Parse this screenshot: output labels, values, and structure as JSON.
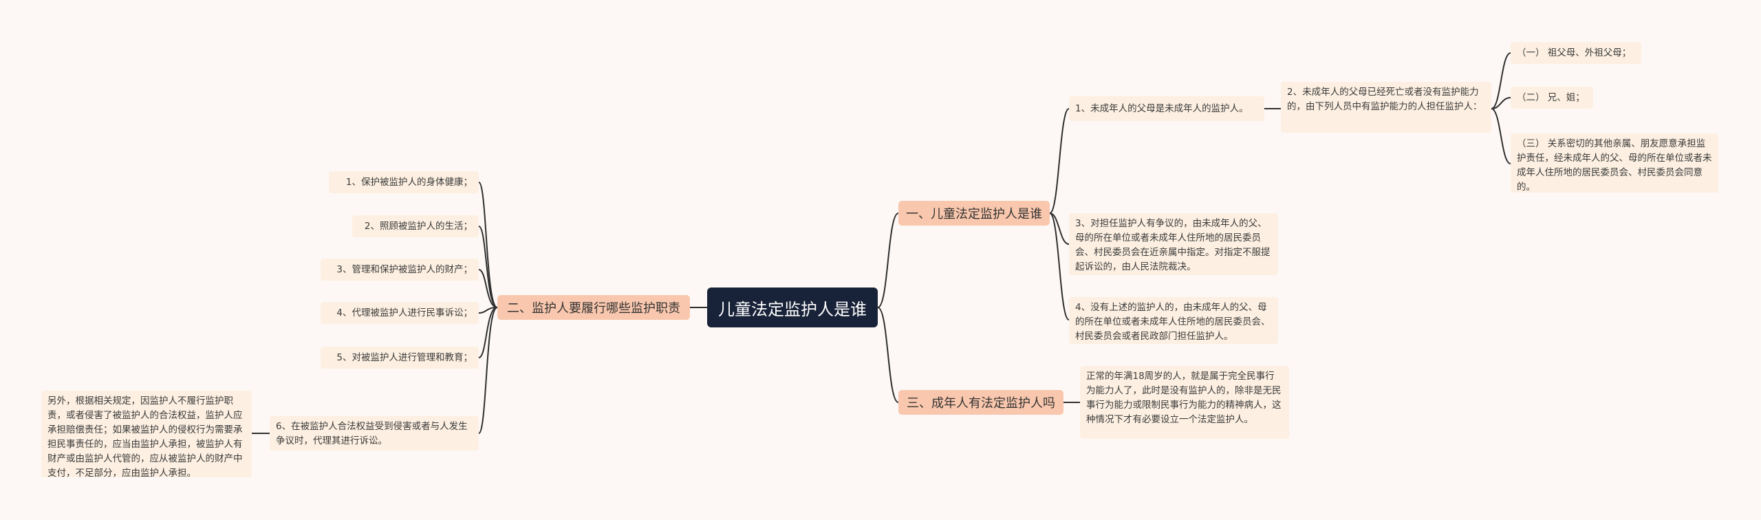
{
  "colors": {
    "background": "#fdf8f6",
    "root": "#182238",
    "branch": "#f9c7ad",
    "leaf": "#fdf0e2",
    "line": "#2e2e2e"
  },
  "root": {
    "text": "儿童法定监护人是谁"
  },
  "branch1": {
    "text": "一、儿童法定监护人是谁",
    "item1": {
      "text": "1、未成年人的父母是未成年人的监护人。",
      "child": {
        "text": "2、未成年人的父母已经死亡或者没有监护能力的，由下列人员中有监护能力的人担任监护人：",
        "opt1": "（一） 祖父母、外祖父母；",
        "opt2": "（二） 兄、姐；",
        "opt3": "（三） 关系密切的其他亲属、朋友愿意承担监护责任，经未成年人的父、母的所在单位或者未成年人住所地的居民委员会、村民委员会同意的。"
      }
    },
    "item3": "3、对担任监护人有争议的，由未成年人的父、母的所在单位或者未成年人住所地的居民委员会、村民委员会在近亲属中指定。对指定不服提起诉讼的，由人民法院裁决。",
    "item4": "4、没有上述的监护人的，由未成年人的父、母的所在单位或者未成年人住所地的居民委员会、村民委员会或者民政部门担任监护人。"
  },
  "branch2": {
    "text": "二、监护人要履行哪些监护职责",
    "items": [
      "1、保护被监护人的身体健康；",
      "2、照顾被监护人的生活；",
      "3、管理和保护被监护人的财产；",
      "4、代理被监护人进行民事诉讼；",
      "5、对被监护人进行管理和教育；",
      "6、在被监护人合法权益受到侵害或者与人发生争议时，代理其进行诉讼。"
    ],
    "note": "另外，根据相关规定，因监护人不履行监护职责，或者侵害了被监护人的合法权益，监护人应承担赔偿责任；如果被监护人的侵权行为需要承担民事责任的，应当由监护人承担，被监护人有财产或由监护人代管的，应从被监护人的财产中支付，不足部分，应由监护人承担。"
  },
  "branch3": {
    "text": "三、成年人有法定监护人吗",
    "detail": "正常的年满18周岁的人，就是属于完全民事行为能力人了，此时是没有监护人的，除非是无民事行为能力或限制民事行为能力的精神病人，这种情况下才有必要设立一个法定监护人。"
  }
}
